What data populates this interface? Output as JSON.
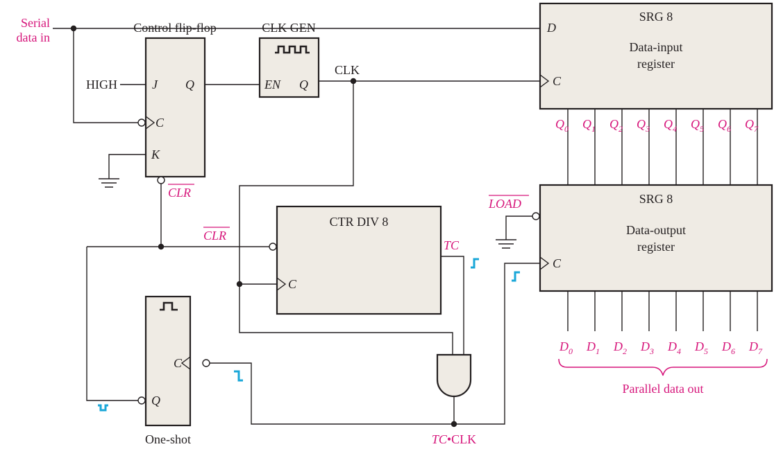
{
  "labels": {
    "serial_data_in": [
      "Serial",
      "data in"
    ],
    "control_ff_title": "Control flip-flop",
    "high": "HIGH",
    "ff_j": "J",
    "ff_q": "Q",
    "ff_c": "C",
    "ff_k": "K",
    "clr": "CLR",
    "clkgen_title": "CLK GEN",
    "clkgen_en": "EN",
    "clkgen_q": "Q",
    "clk": "CLK",
    "srg_top_title": "SRG 8",
    "srg_top_line1": "Data-input",
    "srg_top_line2": "register",
    "srg_top_d": "D",
    "srg_top_c": "C",
    "q_prefix": "Q",
    "q_outputs": [
      "0",
      "1",
      "2",
      "3",
      "4",
      "5",
      "6",
      "7"
    ],
    "srg_bot_title": "SRG 8",
    "srg_bot_line1": "Data-output",
    "srg_bot_line2": "register",
    "srg_bot_c": "C",
    "load": "LOAD",
    "ctr_title": "CTR DIV 8",
    "ctr_c": "C",
    "tc": "TC",
    "oneshot_c": "C",
    "oneshot_q": "Q",
    "oneshot_title": "One-shot",
    "tc_clk": [
      "TC",
      "•CLK"
    ],
    "d_prefix": "D",
    "d_outputs": [
      "0",
      "1",
      "2",
      "3",
      "4",
      "5",
      "6",
      "7"
    ],
    "parallel_data_out": "Parallel data out"
  },
  "colors": {
    "line": "#231f20",
    "block_fill": "#efebe4",
    "label_accent": "#d6147a",
    "pulse_blue": "#1aa7d8"
  }
}
